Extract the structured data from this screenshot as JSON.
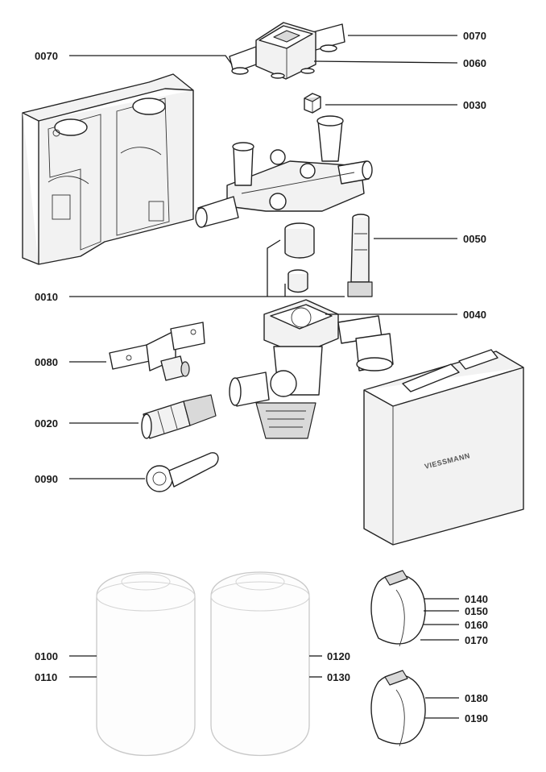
{
  "brand": "VIESSMANN",
  "labels": {
    "p0070_left": "0070",
    "p0070_right": "0070",
    "p0060": "0060",
    "p0030": "0030",
    "p0050": "0050",
    "p0010": "0010",
    "p0040": "0040",
    "p0080": "0080",
    "p0020": "0020",
    "p0090": "0090",
    "p0100": "0100",
    "p0110": "0110",
    "p0120": "0120",
    "p0130": "0130",
    "p0140": "0140",
    "p0150": "0150",
    "p0160": "0160",
    "p0170": "0170",
    "p0180": "0180",
    "p0190": "0190"
  }
}
